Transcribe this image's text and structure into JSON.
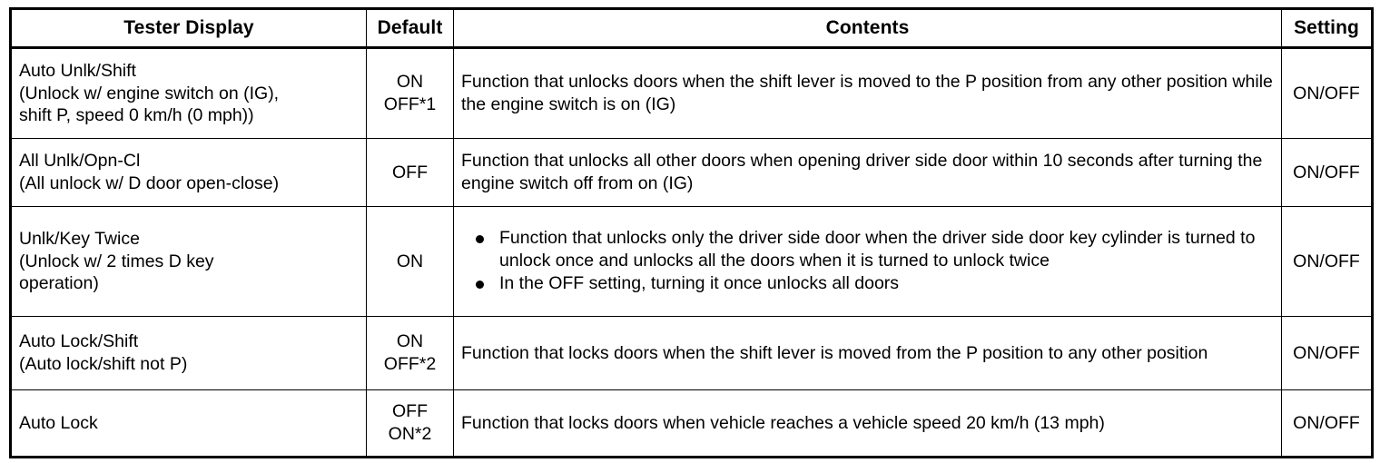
{
  "table": {
    "headers": {
      "tester": "Tester Display",
      "default": "Default",
      "contents": "Contents",
      "setting": "Setting"
    },
    "rows": [
      {
        "tester_lines": [
          "Auto Unlk/Shift",
          "(Unlock w/ engine switch on (IG),",
          "shift P, speed 0 km/h (0 mph))"
        ],
        "default_lines": [
          "ON",
          "OFF*1"
        ],
        "contents_paragraph": "Function that unlocks doors when the shift lever is moved to the P position from any other position while the engine switch is on (IG)",
        "setting": "ON/OFF"
      },
      {
        "tester_lines": [
          "All Unlk/Opn-Cl",
          "(All unlock w/ D door open-close)"
        ],
        "default_lines": [
          "OFF"
        ],
        "contents_paragraph": "Function that unlocks all other doors when opening driver side door within 10 seconds after turning the engine switch off from on (IG)",
        "setting": "ON/OFF"
      },
      {
        "tester_lines": [
          "Unlk/Key Twice",
          "(Unlock w/ 2 times D key",
          "operation)"
        ],
        "default_lines": [
          "ON"
        ],
        "contents_bullets": [
          "Function that unlocks only the driver side door when the driver side door key cylinder is turned to unlock once and unlocks all the doors when it is turned to unlock twice",
          "In the OFF setting, turning it once unlocks all doors"
        ],
        "setting": "ON/OFF"
      },
      {
        "tester_lines": [
          "Auto Lock/Shift",
          "(Auto lock/shift not P)"
        ],
        "default_lines": [
          "ON",
          "OFF*2"
        ],
        "contents_paragraph": "Function that locks doors when the shift lever is moved from the P position to any other position",
        "setting": "ON/OFF"
      },
      {
        "tester_lines": [
          "Auto Lock"
        ],
        "default_lines": [
          "OFF",
          "ON*2"
        ],
        "contents_paragraph": "Function that locks doors when vehicle reaches a vehicle speed 20 km/h (13 mph)",
        "setting": "ON/OFF"
      }
    ]
  },
  "colors": {
    "border": "#000000",
    "text": "#000000",
    "background": "#ffffff"
  }
}
